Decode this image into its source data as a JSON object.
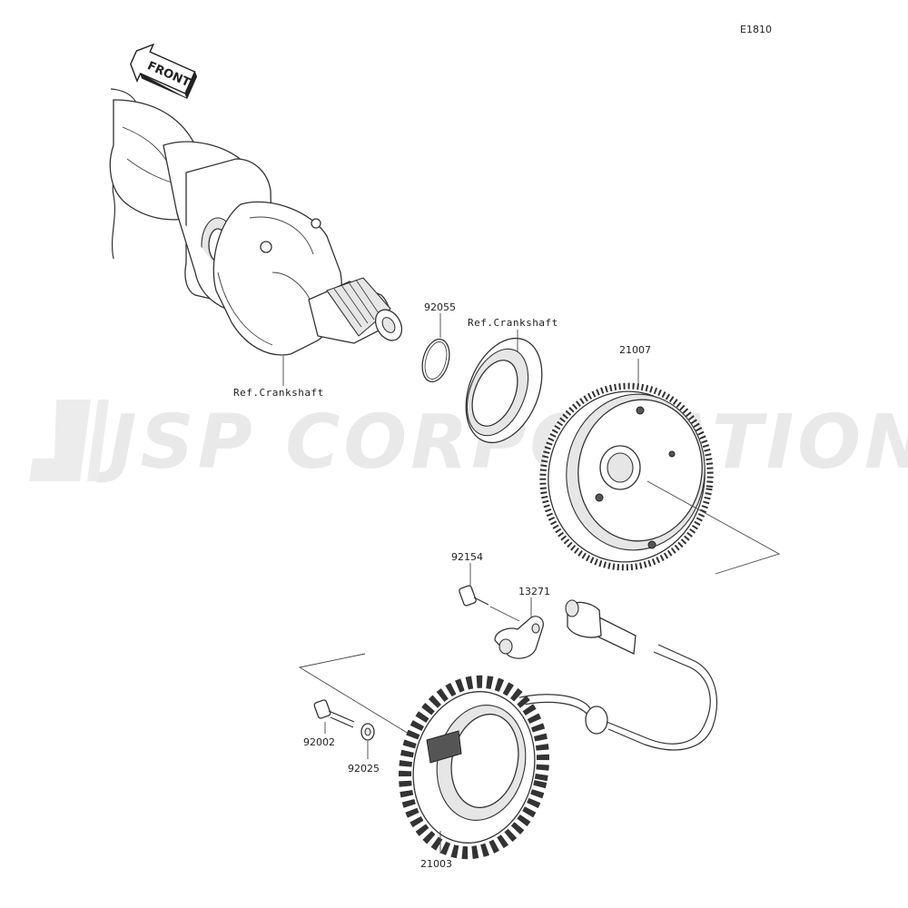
{
  "diagram_code": "E1810",
  "watermark": "JSP CORPORATION",
  "front_arrow_label": "FRONT",
  "labels": {
    "ref_crankshaft_1": "Ref.Crankshaft",
    "ref_crankshaft_2": "Ref.Crankshaft",
    "p92055": "92055",
    "p21007": "21007",
    "p92154": "92154",
    "p13271": "13271",
    "p92002": "92002",
    "p92025": "92025",
    "p21003": "21003"
  }
}
